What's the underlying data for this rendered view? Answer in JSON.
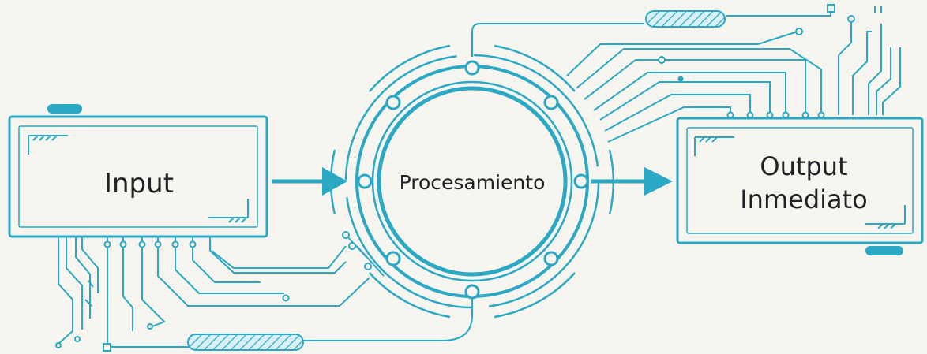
{
  "diagram": {
    "input_label": "Input",
    "process_label": "Procesamiento",
    "output_label_line1": "Output",
    "output_label_line2": "Inmediato"
  },
  "colors": {
    "line": "#2aa8c4",
    "line_dark": "#1b8fb0",
    "background": "#f6f5f0",
    "text": "#202326"
  }
}
